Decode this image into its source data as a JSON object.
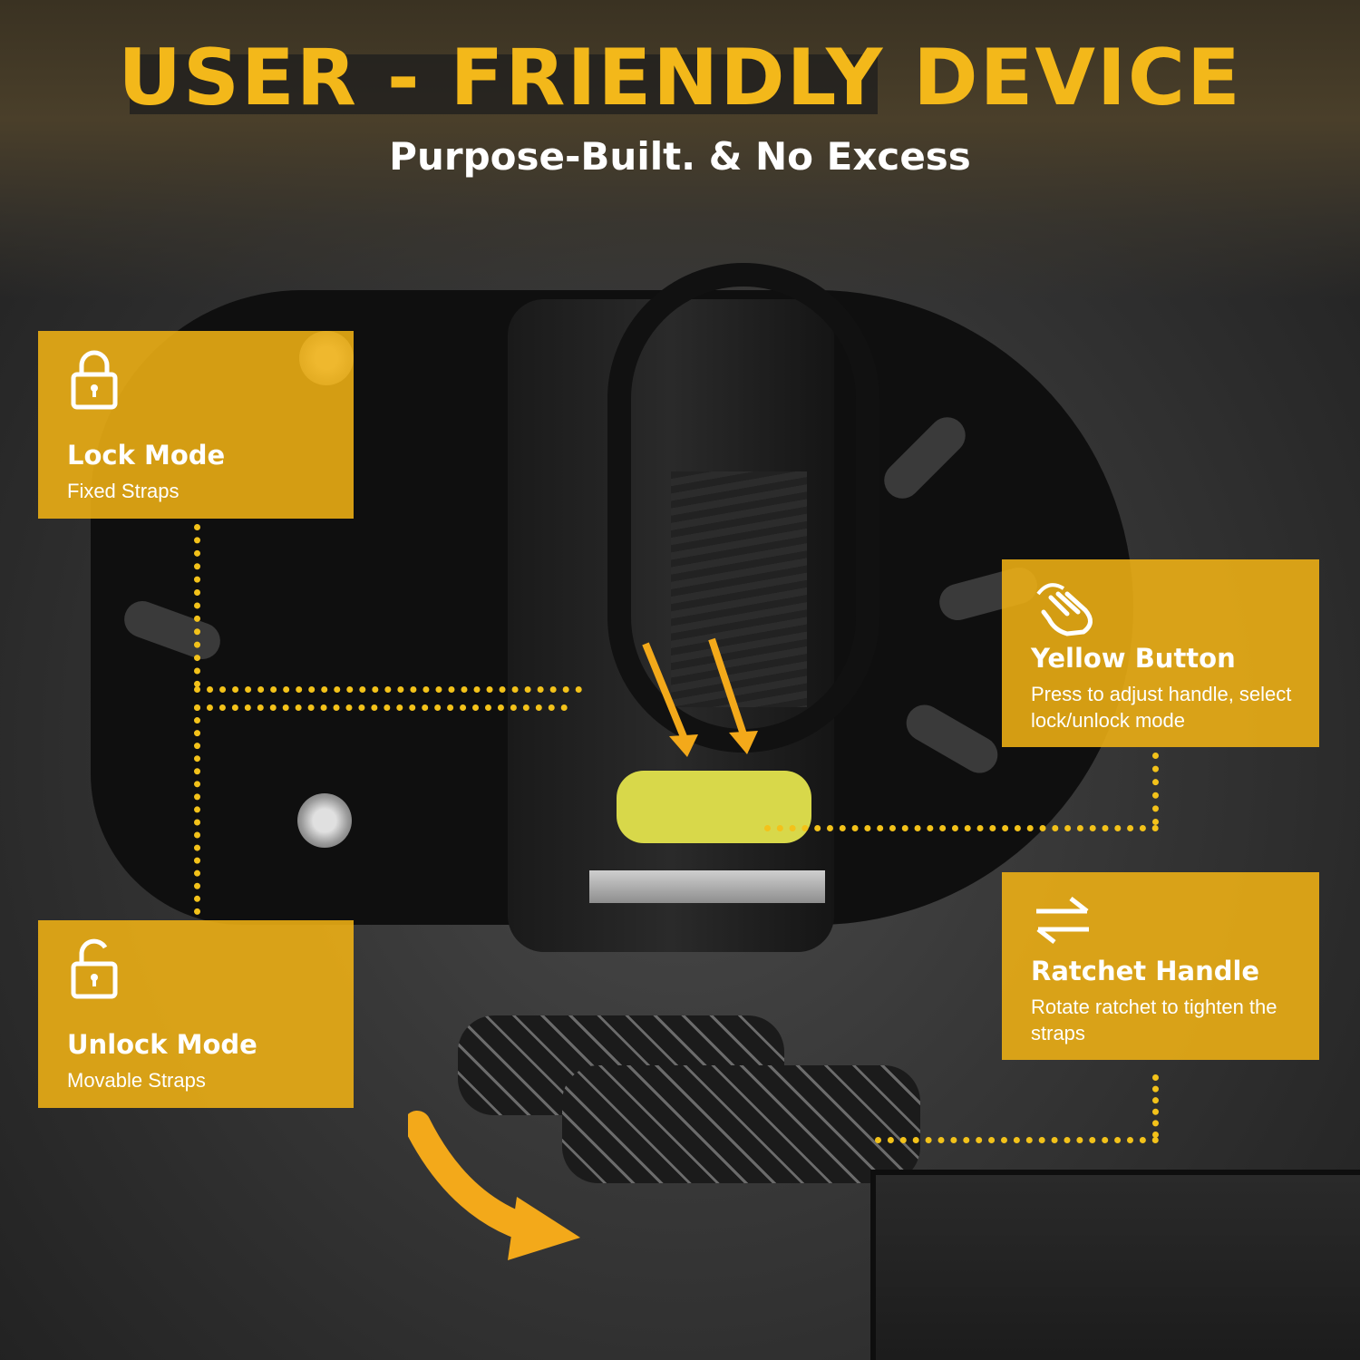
{
  "header": {
    "title": "USER - FRIENDLY DEVICE",
    "subtitle": "Purpose-Built. & No Excess"
  },
  "callouts": {
    "lock": {
      "icon": "locked-padlock-icon",
      "title": "Lock Mode",
      "description": "Fixed Straps"
    },
    "unlock": {
      "icon": "unlocked-padlock-icon",
      "title": "Unlock Mode",
      "description": "Movable Straps"
    },
    "yellow_button": {
      "icon": "tap-hand-icon",
      "title": "Yellow Button",
      "description": "Press to adjust handle, select lock/unlock mode"
    },
    "ratchet_handle": {
      "icon": "swap-arrows-icon",
      "title": "Ratchet Handle",
      "description": "Rotate ratchet to tighten the straps"
    }
  },
  "colors": {
    "accent": "#f0b214",
    "title": "#f3b81a",
    "text": "#ffffff"
  }
}
